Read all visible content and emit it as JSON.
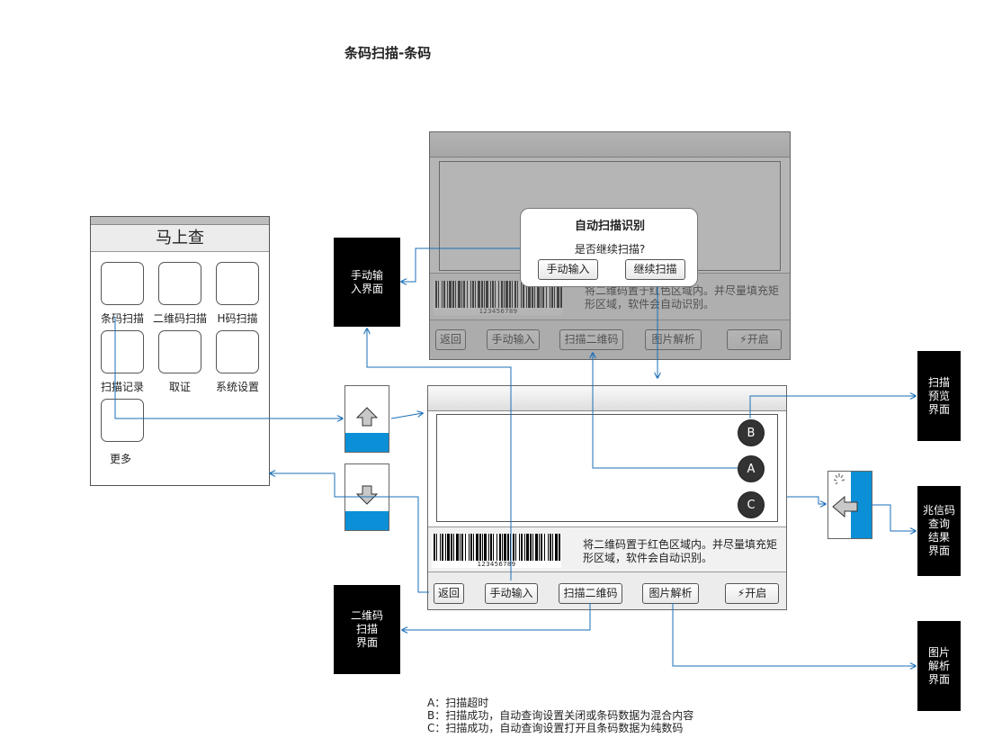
{
  "page": {
    "title": "条码扫描-条码"
  },
  "home": {
    "app_title": "马上查",
    "apps": [
      {
        "label": "条码扫描"
      },
      {
        "label": "二维码扫描"
      },
      {
        "label": "H码扫描"
      },
      {
        "label": "扫描记录"
      },
      {
        "label": "取证"
      },
      {
        "label": "系统设置"
      },
      {
        "label": "更多"
      }
    ]
  },
  "scan_screen": {
    "hint": "将二维码置于红色区域内。并尽量填充矩形区域，软件会自动识别。",
    "barcode_number": "123456789",
    "buttons": {
      "back": "返回",
      "manual": "手动输入",
      "qrcode": "扫描二维码",
      "image": "图片解析",
      "flash": "开启"
    },
    "markers": [
      "B",
      "A",
      "C"
    ]
  },
  "dialog": {
    "title": "自动扫描识别",
    "message": "是否继续扫描?",
    "manual_button": "手动输入",
    "continue_button": "继续扫描"
  },
  "targets": {
    "manual_input": [
      "手动输",
      "入界面"
    ],
    "qr_scan": [
      "二维码",
      "扫描",
      "界面"
    ],
    "scan_preview": [
      "扫描",
      "预览",
      "界面"
    ],
    "barcode_result": [
      "兆信码",
      "查询",
      "结果",
      "界面"
    ],
    "image_parse": [
      "图片",
      "解析",
      "界面"
    ]
  },
  "notes": [
    "A：扫描超时",
    "B：扫描成功，自动查询设置关闭或条码数据为混合内容",
    "C：扫描成功，自动查询设置打开且条码数据为纯数码"
  ],
  "colors": {
    "connector": "#1a6fb8",
    "accent": "#0b8fd6"
  }
}
